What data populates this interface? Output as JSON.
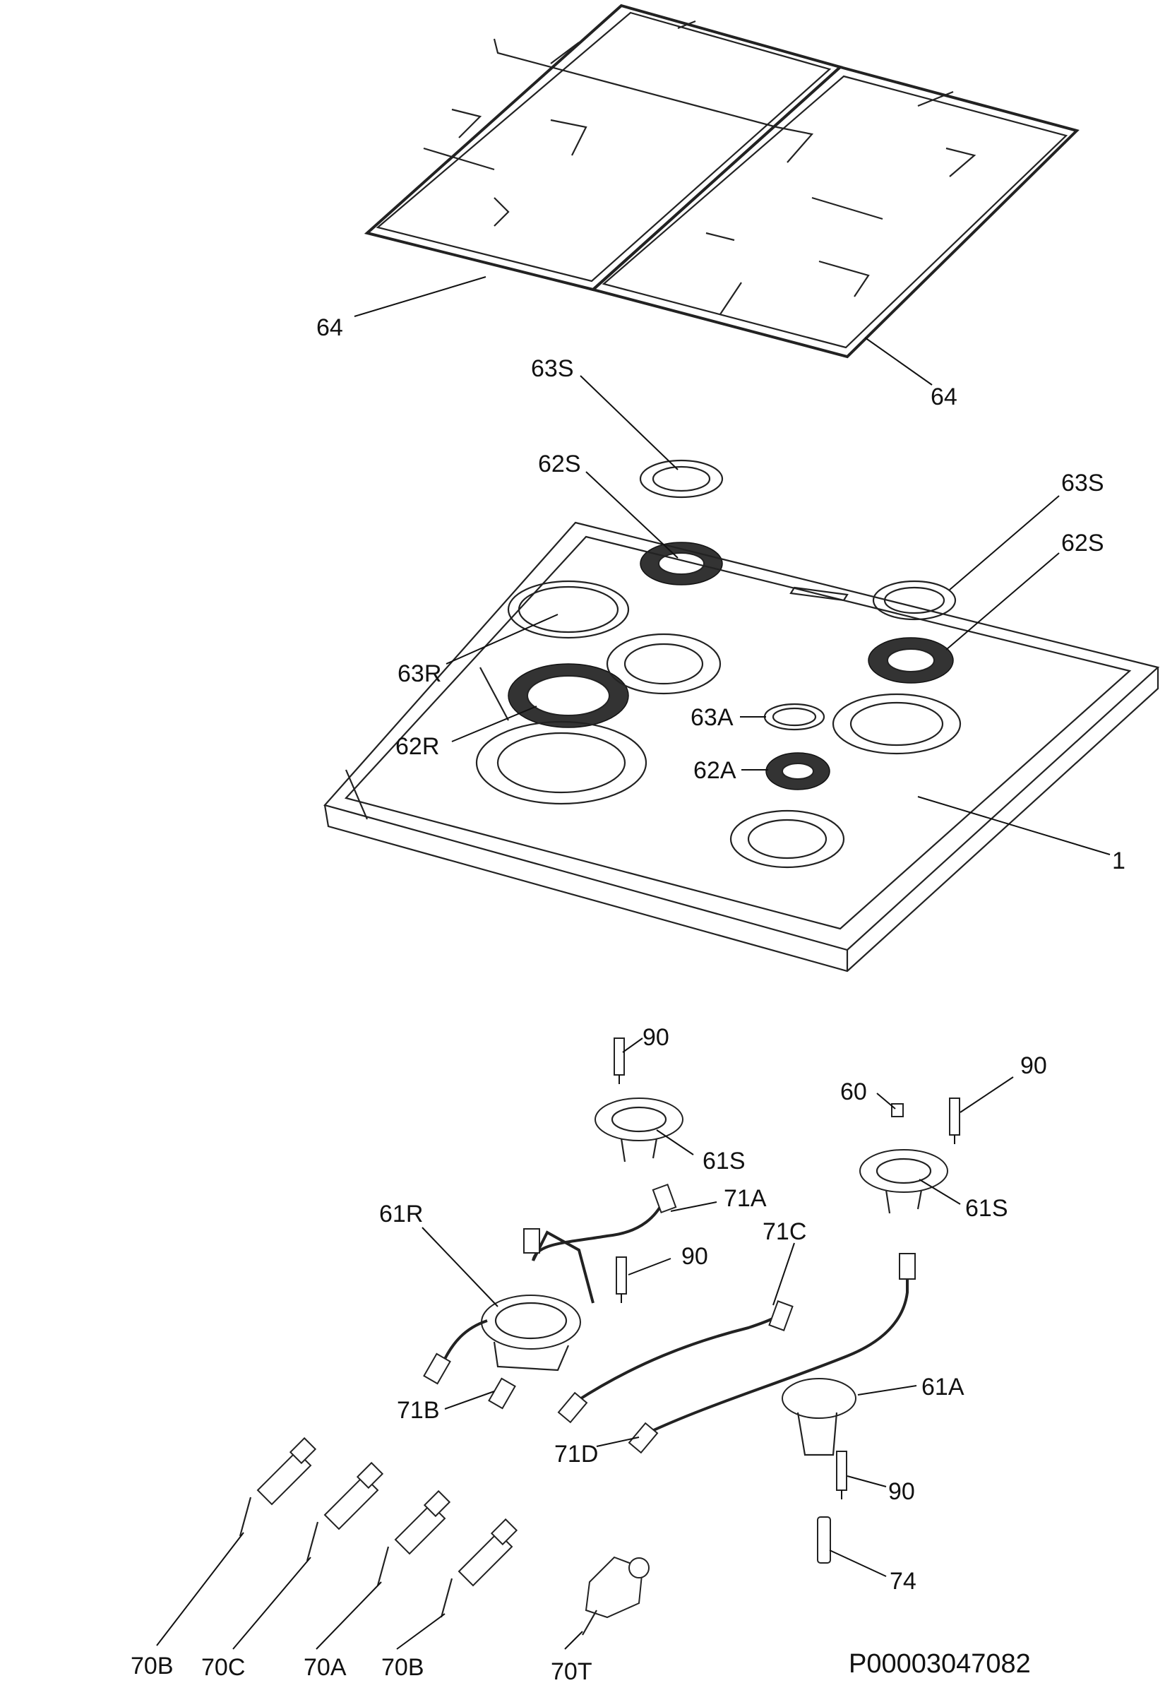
{
  "drawing_code": "P00003047082",
  "callouts": {
    "pan_support_left": "64",
    "pan_support_right": "64",
    "cap_63s_top": "63S",
    "burner_62s_top": "62S",
    "cap_63s_right": "63S",
    "burner_62s_right": "62S",
    "cap_63r": "63R",
    "burner_62r": "62R",
    "cap_63a": "63A",
    "burner_62a": "62A",
    "hob_top": "1",
    "thermocouple_top": "90",
    "nut_60": "60",
    "thermocouple_right": "90",
    "base_61s_top": "61S",
    "base_61s_right": "61S",
    "base_61r": "61R",
    "pipe_71a": "71A",
    "pipe_71c": "71C",
    "thermocouple_mid": "90",
    "pipe_71b": "71B",
    "pipe_71d": "71D",
    "base_61a": "61A",
    "thermocouple_low": "90",
    "part_74": "74",
    "valve_70b_1": "70B",
    "valve_70c": "70C",
    "valve_70a": "70A",
    "valve_70b_2": "70B",
    "valve_70t": "70T"
  }
}
